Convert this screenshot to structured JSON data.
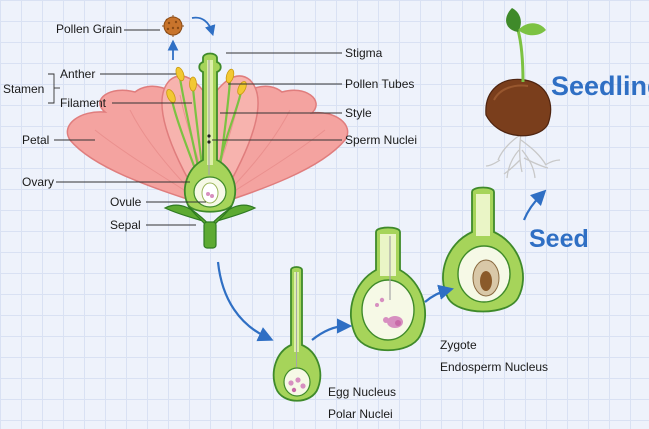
{
  "labels": {
    "pollen_grain": "Pollen Grain",
    "stamen": "Stamen",
    "anther": "Anther",
    "filament": "Filament",
    "petal": "Petal",
    "ovary": "Ovary",
    "ovule": "Ovule",
    "sepal": "Sepal",
    "stigma": "Stigma",
    "pollen_tubes": "Pollen Tubes",
    "style": "Style",
    "sperm_nuclei": "Sperm Nuclei",
    "egg_nucleus": "Egg Nucleus",
    "polar_nuclei": "Polar Nuclei",
    "zygote": "Zygote",
    "endosperm_nucleus": "Endosperm Nucleus"
  },
  "stages": {
    "seed": "Seed",
    "seedling": "Seedling"
  },
  "colors": {
    "petal": "#f4a3a0",
    "petal_dark": "#e07d7d",
    "green": "#7cc242",
    "green_dark": "#3f8a2a",
    "ovary_fill": "#e6f2b8",
    "arrow_blue": "#2f6fc4",
    "seed_brown": "#7a3e1c",
    "anther_yellow": "#f2c832"
  }
}
